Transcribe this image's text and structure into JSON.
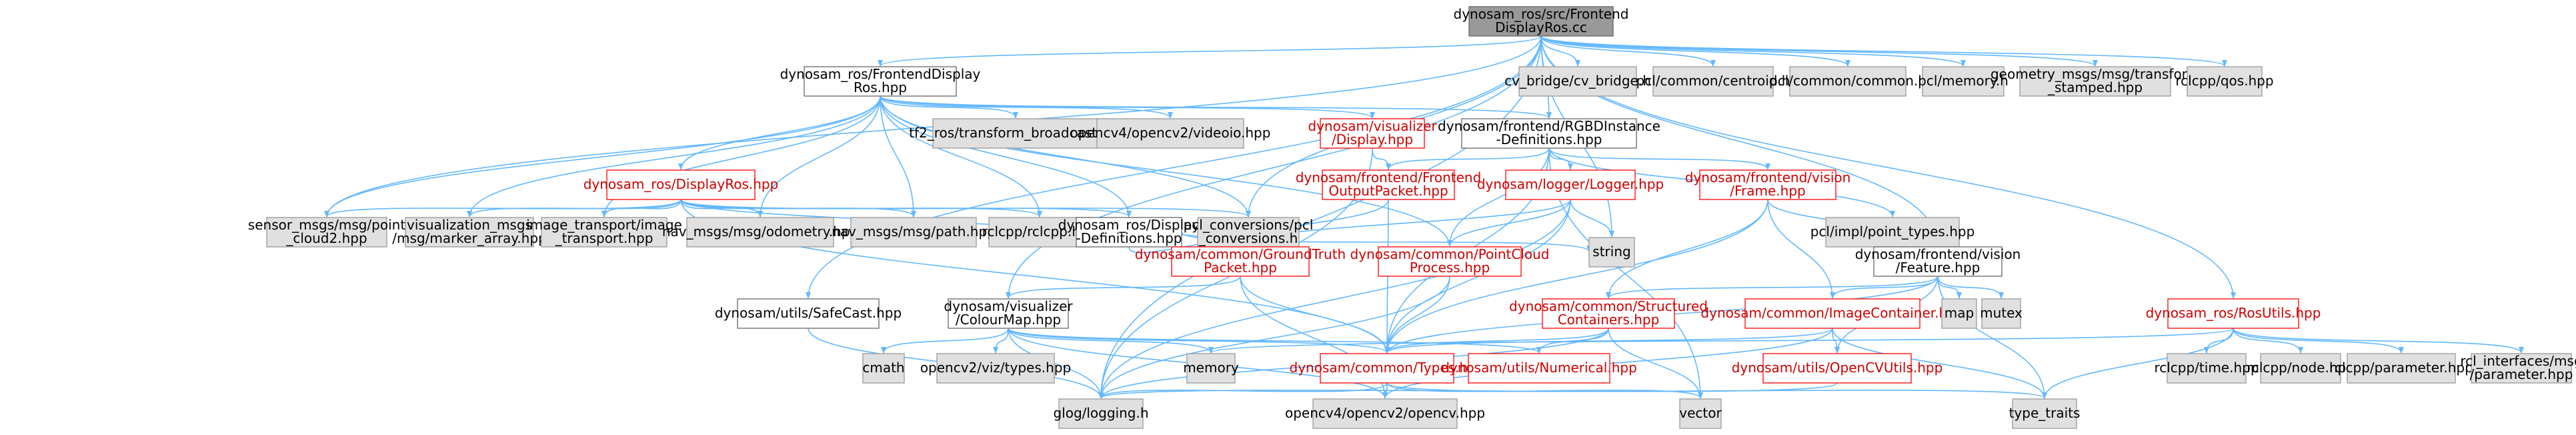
{
  "colors": {
    "edge": "#63b8ff",
    "root_fill": "#999999",
    "header_fill": "#ffffff",
    "system_fill": "#e0e0e0",
    "truncated_border": "#ff0000"
  },
  "nodes": {
    "n0": {
      "lines": [
        "dynosam_ros/src/Frontend",
        "DisplayRos.cc"
      ],
      "kind": "root"
    },
    "n1": {
      "lines": [
        "dynosam_ros/FrontendDisplay",
        "Ros.hpp"
      ],
      "kind": "file"
    },
    "n2": {
      "lines": [
        "cv_bridge/cv_bridge.h"
      ],
      "kind": "ext"
    },
    "n3": {
      "lines": [
        "pcl/common/centroid.h"
      ],
      "kind": "ext"
    },
    "n4": {
      "lines": [
        "pcl/common/common.h"
      ],
      "kind": "ext"
    },
    "n5": {
      "lines": [
        "pcl/memory.h"
      ],
      "kind": "ext"
    },
    "n6": {
      "lines": [
        "geometry_msgs/msg/transform",
        "_stamped.hpp"
      ],
      "kind": "ext"
    },
    "n7": {
      "lines": [
        "rclcpp/qos.hpp"
      ],
      "kind": "ext"
    },
    "n8": {
      "lines": [
        "tf2_ros/transform_broadcaster.h"
      ],
      "kind": "ext"
    },
    "n9": {
      "lines": [
        "opencv4/opencv2/videoio.hpp"
      ],
      "kind": "ext"
    },
    "n10": {
      "lines": [
        "dynosam/visualizer",
        "/Display.hpp"
      ],
      "kind": "red"
    },
    "n11": {
      "lines": [
        "dynosam/frontend/RGBDInstance",
        "-Definitions.hpp"
      ],
      "kind": "file"
    },
    "n12": {
      "lines": [
        "dynosam_ros/DisplayRos.hpp"
      ],
      "kind": "red"
    },
    "n13": {
      "lines": [
        "sensor_msgs/msg/point",
        "_cloud2.hpp"
      ],
      "kind": "ext"
    },
    "n14": {
      "lines": [
        "visualization_msgs",
        "/msg/marker_array.hpp"
      ],
      "kind": "ext"
    },
    "n15": {
      "lines": [
        "image_transport/image",
        "_transport.hpp"
      ],
      "kind": "ext"
    },
    "n16": {
      "lines": [
        "nav_msgs/msg/odometry.hpp"
      ],
      "kind": "ext"
    },
    "n17": {
      "lines": [
        "nav_msgs/msg/path.hpp"
      ],
      "kind": "ext"
    },
    "n18": {
      "lines": [
        "rclcpp/rclcpp.hpp"
      ],
      "kind": "ext"
    },
    "n19": {
      "lines": [
        "dynosam_ros/Display",
        "-Definitions.hpp"
      ],
      "kind": "file"
    },
    "n20": {
      "lines": [
        "pcl_conversions/pcl",
        "_conversions.h"
      ],
      "kind": "ext"
    },
    "n21": {
      "lines": [
        "dynosam/frontend/Frontend",
        "OutputPacket.hpp"
      ],
      "kind": "red"
    },
    "n22": {
      "lines": [
        "dynosam/logger/Logger.hpp"
      ],
      "kind": "red"
    },
    "n23": {
      "lines": [
        "dynosam/frontend/vision",
        "/Frame.hpp"
      ],
      "kind": "red"
    },
    "n24": {
      "lines": [
        "pcl/impl/point_types.hpp"
      ],
      "kind": "ext"
    },
    "n25": {
      "lines": [
        "string"
      ],
      "kind": "ext"
    },
    "n26": {
      "lines": [
        "dynosam/common/GroundTruth",
        "Packet.hpp"
      ],
      "kind": "red"
    },
    "n27": {
      "lines": [
        "dynosam/common/PointCloud",
        "Process.hpp"
      ],
      "kind": "red"
    },
    "n28": {
      "lines": [
        "dynosam/frontend/vision",
        "/Feature.hpp"
      ],
      "kind": "file"
    },
    "n29": {
      "lines": [
        "dynosam/utils/SafeCast.hpp"
      ],
      "kind": "file"
    },
    "n30": {
      "lines": [
        "dynosam/visualizer",
        "/ColourMap.hpp"
      ],
      "kind": "file"
    },
    "n31": {
      "lines": [
        "dynosam/common/Structured",
        "Containers.hpp"
      ],
      "kind": "red"
    },
    "n32": {
      "lines": [
        "dynosam/common/ImageContainer.hpp"
      ],
      "kind": "red"
    },
    "n33": {
      "lines": [
        "map"
      ],
      "kind": "ext"
    },
    "n34": {
      "lines": [
        "mutex"
      ],
      "kind": "ext"
    },
    "n35": {
      "lines": [
        "dynosam_ros/RosUtils.hpp"
      ],
      "kind": "red"
    },
    "n36": {
      "lines": [
        "cmath"
      ],
      "kind": "ext"
    },
    "n37": {
      "lines": [
        "opencv2/viz/types.hpp"
      ],
      "kind": "ext"
    },
    "n38": {
      "lines": [
        "memory"
      ],
      "kind": "ext"
    },
    "n39": {
      "lines": [
        "dynosam/common/Types.hpp"
      ],
      "kind": "red"
    },
    "n40": {
      "lines": [
        "dynosam/utils/Numerical.hpp"
      ],
      "kind": "red"
    },
    "n41": {
      "lines": [
        "dynosam/utils/OpenCVUtils.hpp"
      ],
      "kind": "red"
    },
    "n42": {
      "lines": [
        "rclcpp/time.hpp"
      ],
      "kind": "ext"
    },
    "n43": {
      "lines": [
        "rclcpp/node.hpp"
      ],
      "kind": "ext"
    },
    "n44": {
      "lines": [
        "rclcpp/parameter.hpp"
      ],
      "kind": "ext"
    },
    "n45": {
      "lines": [
        "rcl_interfaces/msg",
        "/parameter.hpp"
      ],
      "kind": "ext"
    },
    "n46": {
      "lines": [
        "glog/logging.h"
      ],
      "kind": "ext"
    },
    "n47": {
      "lines": [
        "opencv4/opencv2/opencv.hpp"
      ],
      "kind": "ext"
    },
    "n48": {
      "lines": [
        "vector"
      ],
      "kind": "ext"
    },
    "n49": {
      "lines": [
        "type_traits"
      ],
      "kind": "ext"
    }
  },
  "edges": [
    [
      "n0",
      "n1"
    ],
    [
      "n0",
      "n2"
    ],
    [
      "n0",
      "n3"
    ],
    [
      "n0",
      "n4"
    ],
    [
      "n0",
      "n5"
    ],
    [
      "n0",
      "n6"
    ],
    [
      "n0",
      "n7"
    ],
    [
      "n0",
      "n11"
    ],
    [
      "n0",
      "n13"
    ],
    [
      "n0",
      "n29"
    ],
    [
      "n0",
      "n30"
    ],
    [
      "n0",
      "n35"
    ],
    [
      "n0",
      "n46"
    ],
    [
      "n0",
      "n25"
    ],
    [
      "n0",
      "n20"
    ],
    [
      "n0",
      "n28"
    ],
    [
      "n1",
      "n8"
    ],
    [
      "n1",
      "n9"
    ],
    [
      "n1",
      "n10"
    ],
    [
      "n1",
      "n11"
    ],
    [
      "n1",
      "n12"
    ],
    [
      "n1",
      "n13"
    ],
    [
      "n1",
      "n14"
    ],
    [
      "n1",
      "n15"
    ],
    [
      "n1",
      "n16"
    ],
    [
      "n1",
      "n17"
    ],
    [
      "n1",
      "n18"
    ],
    [
      "n1",
      "n19"
    ],
    [
      "n1",
      "n20"
    ],
    [
      "n1",
      "n27"
    ],
    [
      "n10",
      "n21"
    ],
    [
      "n10",
      "n46"
    ],
    [
      "n11",
      "n21"
    ],
    [
      "n11",
      "n22"
    ],
    [
      "n11",
      "n23"
    ],
    [
      "n11",
      "n24"
    ],
    [
      "n11",
      "n27"
    ],
    [
      "n11",
      "n39"
    ],
    [
      "n11",
      "n48"
    ],
    [
      "n12",
      "n13"
    ],
    [
      "n12",
      "n14"
    ],
    [
      "n12",
      "n15"
    ],
    [
      "n12",
      "n16"
    ],
    [
      "n12",
      "n17"
    ],
    [
      "n12",
      "n18"
    ],
    [
      "n12",
      "n19"
    ],
    [
      "n12",
      "n20"
    ],
    [
      "n12",
      "n26"
    ],
    [
      "n12",
      "n39"
    ],
    [
      "n19",
      "n25"
    ],
    [
      "n19",
      "n26"
    ],
    [
      "n21",
      "n26"
    ],
    [
      "n21",
      "n39"
    ],
    [
      "n22",
      "n25"
    ],
    [
      "n22",
      "n26"
    ],
    [
      "n22",
      "n27"
    ],
    [
      "n22",
      "n39"
    ],
    [
      "n22",
      "n46"
    ],
    [
      "n23",
      "n28"
    ],
    [
      "n23",
      "n31"
    ],
    [
      "n23",
      "n32"
    ],
    [
      "n23",
      "n39"
    ],
    [
      "n26",
      "n30"
    ],
    [
      "n26",
      "n39"
    ],
    [
      "n26",
      "n47"
    ],
    [
      "n27",
      "n39"
    ],
    [
      "n27",
      "n46"
    ],
    [
      "n28",
      "n31"
    ],
    [
      "n28",
      "n32"
    ],
    [
      "n28",
      "n33"
    ],
    [
      "n28",
      "n34"
    ],
    [
      "n28",
      "n39"
    ],
    [
      "n28",
      "n41"
    ],
    [
      "n28",
      "n49"
    ],
    [
      "n29",
      "n46"
    ],
    [
      "n30",
      "n36"
    ],
    [
      "n30",
      "n37"
    ],
    [
      "n30",
      "n38"
    ],
    [
      "n30",
      "n39"
    ],
    [
      "n30",
      "n40"
    ],
    [
      "n30",
      "n46"
    ],
    [
      "n30",
      "n47"
    ],
    [
      "n31",
      "n39"
    ],
    [
      "n31",
      "n40"
    ],
    [
      "n31",
      "n48"
    ],
    [
      "n31",
      "n46"
    ],
    [
      "n32",
      "n39"
    ],
    [
      "n32",
      "n41"
    ],
    [
      "n32",
      "n49"
    ],
    [
      "n32",
      "n47"
    ],
    [
      "n35",
      "n42"
    ],
    [
      "n35",
      "n43"
    ],
    [
      "n35",
      "n44"
    ],
    [
      "n35",
      "n45"
    ],
    [
      "n35",
      "n38"
    ],
    [
      "n35",
      "n49"
    ],
    [
      "n39",
      "n46"
    ],
    [
      "n39",
      "n47"
    ],
    [
      "n39",
      "n48"
    ],
    [
      "n39",
      "n49"
    ],
    [
      "n41",
      "n46"
    ]
  ]
}
